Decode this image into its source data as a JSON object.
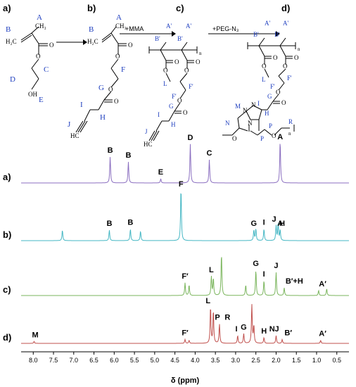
{
  "scheme": {
    "panels": [
      "a)",
      "b)",
      "c)",
      "d)"
    ],
    "arrows": [
      "+MMA",
      "+PEG-N₃"
    ],
    "atoms": {
      "ch3": "CH₃",
      "h2c": "H₂C",
      "oh": "OH",
      "o": "O",
      "hc": "HC",
      "n": "N",
      "n_sub": "n"
    },
    "labels": {
      "a": [
        "A",
        "B",
        "C",
        "D",
        "E"
      ],
      "b": [
        "A",
        "B",
        "F",
        "G",
        "H",
        "I",
        "J"
      ],
      "c": [
        "A'",
        "A'",
        "B'",
        "B'",
        "L",
        "F'",
        "F'",
        "G",
        "H",
        "I",
        "J"
      ],
      "d": [
        "A'",
        "A'",
        "B'",
        "B'",
        "L",
        "F'",
        "F'",
        "G",
        "H",
        "I",
        "M",
        "N",
        "P",
        "P",
        "R"
      ]
    }
  },
  "chart_data": {
    "type": "line",
    "xlabel": "δ (ppm)",
    "xlim": [
      8.3,
      0.2
    ],
    "xticks": [
      "8.0",
      "7.5",
      "7.0",
      "6.5",
      "6.0",
      "5.5",
      "5.0",
      "4.5",
      "4.0",
      "3.5",
      "3.0",
      "2.5",
      "2.0",
      "1.5",
      "1.0",
      "0.5"
    ],
    "grid": false,
    "series": [
      {
        "name": "a)",
        "color": "#8b6fc0",
        "peaks": [
          [
            6.1,
            0.62
          ],
          [
            5.65,
            0.5
          ],
          [
            4.85,
            0.1
          ],
          [
            4.12,
            0.92
          ],
          [
            3.65,
            0.55
          ],
          [
            1.9,
            1.0
          ]
        ],
        "annotations": [
          {
            "text": "B",
            "x": 6.1
          },
          {
            "text": "B",
            "x": 5.65
          },
          {
            "text": "E",
            "x": 4.85
          },
          {
            "text": "D",
            "x": 4.12
          },
          {
            "text": "C",
            "x": 3.65
          },
          {
            "text": "A",
            "x": 1.9
          }
        ]
      },
      {
        "name": "b)",
        "color": "#45b7c4",
        "peaks": [
          [
            7.28,
            0.2
          ],
          [
            6.12,
            0.2
          ],
          [
            5.6,
            0.22
          ],
          [
            5.35,
            0.18
          ],
          [
            4.35,
            1.0
          ],
          [
            2.55,
            0.2
          ],
          [
            2.5,
            0.22
          ],
          [
            2.3,
            0.22
          ],
          [
            2.0,
            0.28
          ],
          [
            1.95,
            0.32
          ],
          [
            1.9,
            0.2
          ]
        ],
        "annotations": [
          {
            "text": "B",
            "x": 6.12
          },
          {
            "text": "B",
            "x": 5.6
          },
          {
            "text": "F",
            "x": 4.35
          },
          {
            "text": "G",
            "x": 2.55
          },
          {
            "text": "I",
            "x": 2.3
          },
          {
            "text": "J",
            "x": 2.05
          },
          {
            "text": "A",
            "x": 1.9
          },
          {
            "text": "H",
            "x": 1.85
          }
        ]
      },
      {
        "name": "c)",
        "color": "#7ab55c",
        "peaks": [
          [
            4.25,
            0.3
          ],
          [
            4.15,
            0.25
          ],
          [
            3.6,
            0.45
          ],
          [
            3.55,
            0.4
          ],
          [
            3.35,
            1.0
          ],
          [
            2.75,
            0.25
          ],
          [
            2.5,
            0.6
          ],
          [
            2.3,
            0.35
          ],
          [
            2.0,
            0.55
          ],
          [
            1.8,
            0.18
          ],
          [
            0.95,
            0.12
          ],
          [
            0.75,
            0.16
          ]
        ],
        "annotations": [
          {
            "text": "F′",
            "x": 4.25
          },
          {
            "text": "L",
            "x": 3.6
          },
          {
            "text": "G",
            "x": 2.5
          },
          {
            "text": "I",
            "x": 2.3
          },
          {
            "text": "J",
            "x": 2.0
          },
          {
            "text": "B′+H",
            "x": 1.55
          },
          {
            "text": "A′",
            "x": 0.85
          }
        ]
      },
      {
        "name": "d)",
        "color": "#c0504d",
        "peaks": [
          [
            7.98,
            0.05
          ],
          [
            4.25,
            0.1
          ],
          [
            4.15,
            0.08
          ],
          [
            3.62,
            0.95
          ],
          [
            3.55,
            0.85
          ],
          [
            3.4,
            0.5
          ],
          [
            2.95,
            0.2
          ],
          [
            2.8,
            0.25
          ],
          [
            2.6,
            1.0
          ],
          [
            2.55,
            0.45
          ],
          [
            2.3,
            0.15
          ],
          [
            2.0,
            0.2
          ],
          [
            1.85,
            0.1
          ],
          [
            0.9,
            0.08
          ]
        ],
        "annotations": [
          {
            "text": "M",
            "x": 7.95
          },
          {
            "text": "F′",
            "x": 4.25
          },
          {
            "text": "L",
            "x": 3.68
          },
          {
            "text": "P",
            "x": 3.45
          },
          {
            "text": "R",
            "x": 3.2
          },
          {
            "text": "I",
            "x": 2.98
          },
          {
            "text": "G",
            "x": 2.8
          },
          {
            "text": "H",
            "x": 2.3
          },
          {
            "text": "N",
            "x": 2.1
          },
          {
            "text": "J",
            "x": 1.98
          },
          {
            "text": "B′",
            "x": 1.7
          },
          {
            "text": "A′",
            "x": 0.85
          }
        ]
      }
    ]
  }
}
